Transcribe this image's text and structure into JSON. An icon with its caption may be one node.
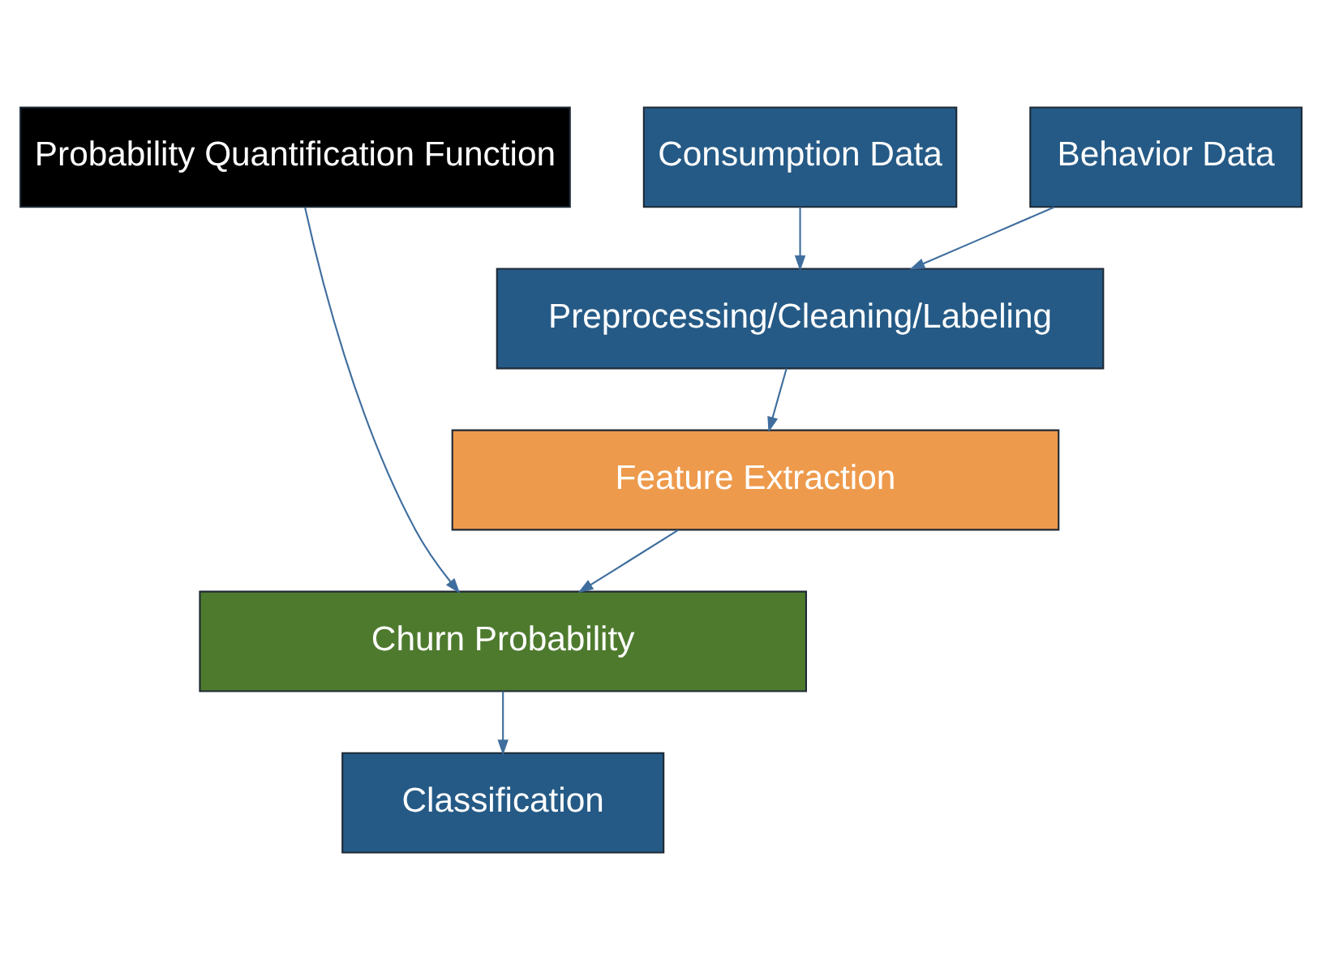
{
  "diagram": {
    "nodes": [
      {
        "text": [
          "Probability Quantification Function"
        ]
      },
      {
        "text": [
          "Consumption Data"
        ]
      },
      {
        "text": [
          "Behavior Data"
        ]
      },
      {
        "text": [
          "Preprocessing/Cleaning/Labeling"
        ]
      },
      {
        "text": [
          "Feature Extraction"
        ]
      },
      {
        "text": [
          "Churn Probability"
        ]
      },
      {
        "text": [
          "Classification"
        ]
      }
    ],
    "edges": [
      {
        "from": 1,
        "to": 3,
        "arrow": "to"
      },
      {
        "from": 2,
        "to": 3,
        "arrow": "to"
      },
      {
        "from": 3,
        "to": 4,
        "arrow": "to"
      },
      {
        "from": 4,
        "to": 5,
        "arrow": "to"
      },
      {
        "from": 0,
        "to": 5,
        "arrow": "to"
      },
      {
        "from": 5,
        "to": 6,
        "arrow": "to"
      }
    ]
  }
}
